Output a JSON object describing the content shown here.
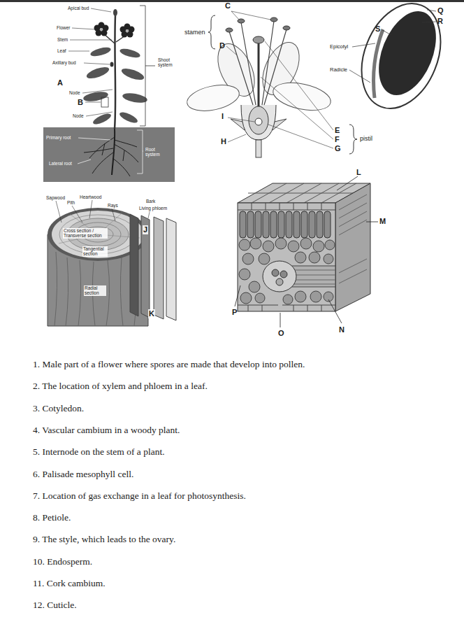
{
  "diagram": {
    "labels": [
      "Apical bud",
      "Flower",
      "Stem",
      "Leaf",
      "Axillary bud",
      "Shoot system",
      "A",
      "Node",
      "B",
      "Node",
      "Primary root",
      "Root system",
      "Lateral root",
      "stamen",
      "C",
      "D",
      "I",
      "H",
      "E",
      "F",
      "G",
      "pistil",
      "Q",
      "R",
      "S",
      "Epicotyl",
      "Radicle",
      "Sapwood",
      "Heartwood",
      "Pith",
      "Rays",
      "Bark",
      "Living phloem",
      "J",
      "Cross section / Transverse section",
      "Tangential section",
      "Radial section",
      "K",
      "L",
      "M",
      "P",
      "O",
      "N",
      "1. Male part of a flower where spores are made that develop into pollen.",
      "2. The location of xylem and phloem in a leaf.",
      "3. Cotyledon.",
      "4. Vascular cambium in a woody plant.",
      "5. Internode on the stem of a plant.",
      "6. Palisade mesophyll cell.",
      "7. Location of gas exchange in a leaf for photosynthesis.",
      "8. Petiole.",
      "9. The style, which leads to the ovary.",
      "10. Endosperm.",
      "11. Cork cambium.",
      "12. Cuticle."
    ]
  }
}
